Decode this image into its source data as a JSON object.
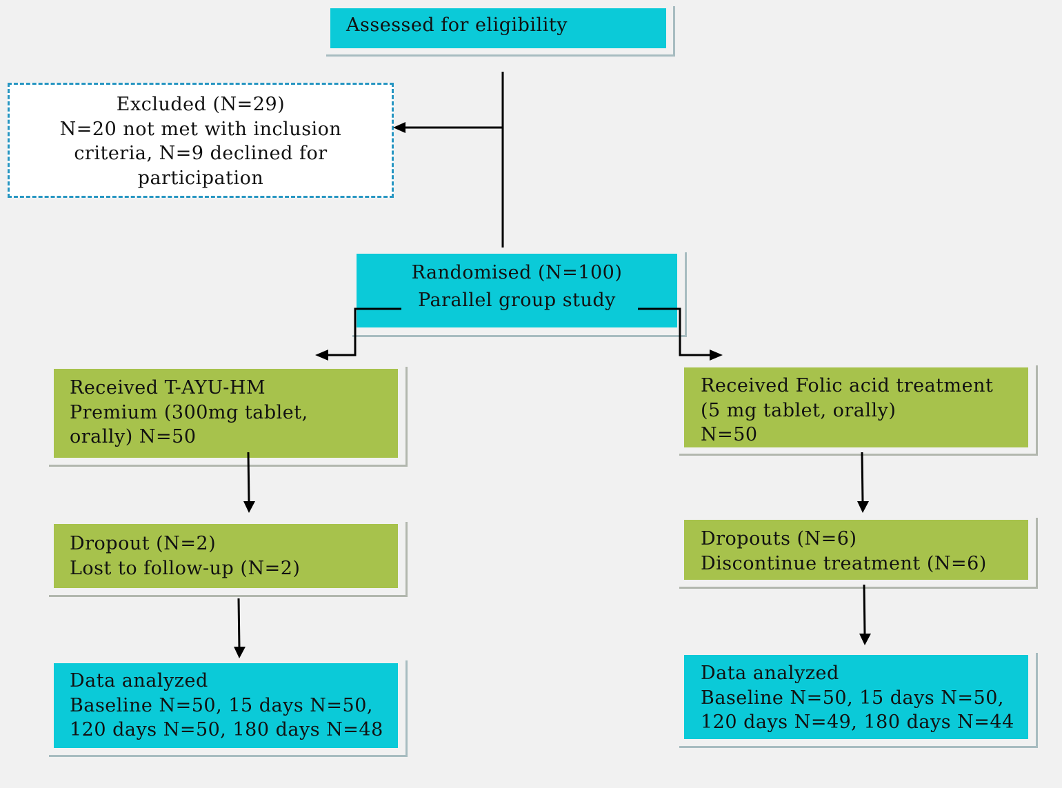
{
  "boxes": {
    "assessed": {
      "lines": [
        "Assessed for eligibility"
      ]
    },
    "excluded": {
      "lines": [
        "Excluded (N=29)",
        "N=20 not met with inclusion",
        "criteria, N=9 declined for",
        "participation"
      ]
    },
    "randomised": {
      "lines": [
        "Randomised (N=100)",
        "Parallel group study"
      ]
    },
    "arm_left": {
      "received": [
        "Received T-AYU-HM",
        "Premium (300mg tablet,",
        "orally) N=50"
      ],
      "dropout": [
        "Dropout (N=2)",
        "Lost to follow-up (N=2)"
      ],
      "analyzed": [
        "Data analyzed",
        "Baseline N=50, 15 days N=50,",
        "120 days N=50, 180 days N=48"
      ]
    },
    "arm_right": {
      "received": [
        "Received Folic acid treatment",
        "(5 mg tablet, orally)",
        "N=50"
      ],
      "dropout": [
        "Dropouts (N=6)",
        "Discontinue treatment (N=6)"
      ],
      "analyzed": [
        "Data analyzed",
        "Baseline N=50, 15 days N=50,",
        "120 days N=49, 180 days N=44"
      ]
    }
  },
  "colors": {
    "background": "#f1f1f1",
    "cyan_box": "#0bcad8",
    "green_box": "#a7c24c",
    "excluded_border": "#2796c2",
    "connector": "#000000"
  }
}
